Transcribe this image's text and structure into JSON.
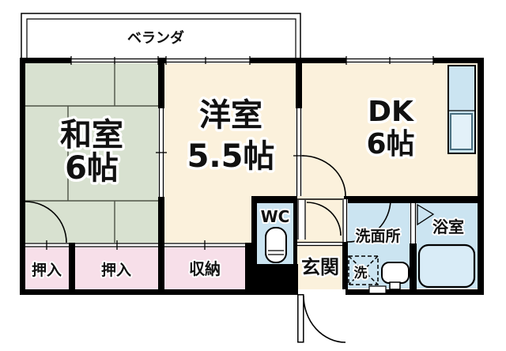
{
  "balcony": {
    "label": "ベランダ"
  },
  "rooms": {
    "washitsu": {
      "label": "和室",
      "size": "6帖"
    },
    "youshitsu": {
      "label": "洋室",
      "size": "5.5帖"
    },
    "dk": {
      "label": "DK",
      "size": "6帖"
    },
    "wc": {
      "label": "WC"
    },
    "genkan": {
      "label": "玄関"
    },
    "senmenjo": {
      "label": "洗面所"
    },
    "yokushitsu": {
      "label": "浴室"
    },
    "oshiire_left": {
      "label": "押入"
    },
    "oshiire_center": {
      "label": "押入"
    },
    "shuno": {
      "label": "収納"
    },
    "washer": {
      "label": "洗"
    }
  },
  "colors": {
    "wall": "#000000",
    "tatami_room": "#d8e1d0",
    "western_room": "#fbf1dc",
    "closet": "#f7dfe9",
    "wet_area": "#cbe4f1",
    "fixture_fill": "#d9ecf7"
  }
}
